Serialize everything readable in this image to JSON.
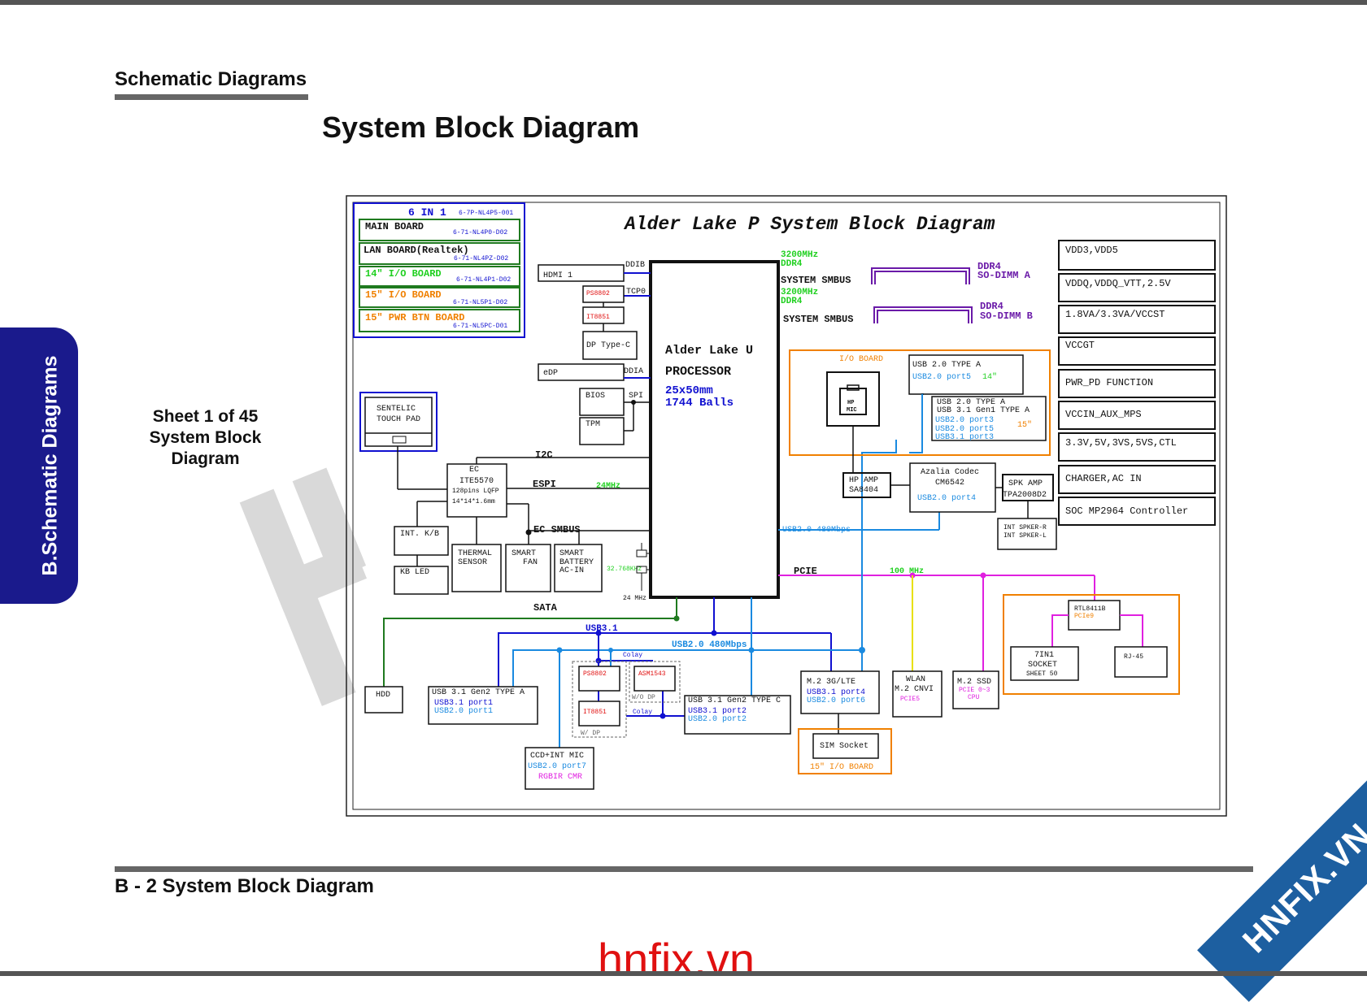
{
  "header": {
    "section": "Schematic  Diagrams",
    "title": "System Block Diagram"
  },
  "sidetab": {
    "label": "B.Schematic Diagrams"
  },
  "sheet": {
    "line1": "Sheet 1 of 45",
    "line2": "System Block",
    "line3": "Diagram"
  },
  "footer": {
    "label": "B - 2   System Block Diagram"
  },
  "watermark": {
    "text": "hnfix.vn",
    "banner": "HNFIX.VN"
  },
  "diagram": {
    "title": "Alder Lake P System Block Diagram",
    "boards": {
      "header": "6 IN 1",
      "header_pn": "6-7P-NL4P5-001",
      "items": [
        {
          "name": "MAIN  BOARD",
          "pn": "6-71-NL4P0-D02"
        },
        {
          "name": "LAN  BOARD(Realtek)",
          "pn": "6-71-NL4PZ-D02"
        },
        {
          "name": "14\"  I/O  BOARD",
          "pn": "6-71-NL4P1-D02"
        },
        {
          "name": "15\"  I/O  BOARD",
          "pn": "6-71-NL5P1-D02"
        },
        {
          "name": "15\"  PWR  BTN  BOARD",
          "pn": "6-71-NL5PC-D01"
        }
      ]
    },
    "cpu": {
      "name": "Alder Lake U",
      "type": "PROCESSOR",
      "size": "25x50mm",
      "balls": "1744 Balls"
    },
    "power": [
      "VDD3,VDD5",
      "VDDQ,VDDQ_VTT,2.5V",
      "1.8VA/3.3VA/VCCST",
      "VCCGT",
      "PWR_PD  FUNCTION",
      "VCCIN_AUX_MPS",
      "3.3V,5V,3VS,5VS,CTL",
      "CHARGER,AC  IN",
      "SOC  MP2964  Controller"
    ],
    "memory": {
      "freq": "3200MHz",
      "type": "DDR4",
      "smbus": "SYSTEM  SMBUS",
      "dimm_type": "DDR4",
      "dimm_a": "SO-DIMM  A",
      "dimm_b": "SO-DIMM  B"
    },
    "display": {
      "hdmi": "HDMI  1",
      "ddib": "DDIB",
      "tcp0": "TCP0",
      "ps8802": "PS8802",
      "it8851": "IT8851",
      "dp": "DP  Type-C",
      "edp": "eDP",
      "ddia": "DDIA"
    },
    "bios": {
      "bios": "BIOS",
      "spi": "SPI",
      "tpm": "TPM"
    },
    "touchpad": {
      "line1": "SENTELIC",
      "line2": "TOUCH  PAD"
    },
    "ec": {
      "name": "EC",
      "part": "ITE5570",
      "pkg": "128pins  LQFP",
      "dim": "14*14*1.6mm",
      "i2c": "I2C",
      "espi": "ESPI",
      "espi_freq": "24MHz",
      "smbus": "EC  SMBUS"
    },
    "ec_periph": {
      "kb": "INT.  K/B",
      "kbled": "KB  LED",
      "thermal1": "THERMAL",
      "thermal2": "SENSOR",
      "fan1": "SMART",
      "fan2": "FAN",
      "bat1": "SMART",
      "bat2": "BATTERY",
      "bat3": "AC-IN"
    },
    "clocks": {
      "rtc": "32.768KHz",
      "xtal": "24  MHz"
    },
    "storage": {
      "sata": "SATA",
      "hdd": "HDD"
    },
    "usb": {
      "bus31": "USB3.1",
      "bus20": "USB2.0  480Mbps",
      "typea_title": "USB  3.1  Gen2  TYPE  A",
      "typea_p1": "USB3.1  port1",
      "typea_p2": "USB2.0  port1",
      "typec_title": "USB  3.1  Gen2  TYPE  C",
      "typec_p1": "USB3.1  port2",
      "typec_p2": "USB2.0  port2",
      "colay": "Colay",
      "colay2": "Colay",
      "ps8802": "PS8802",
      "asm1543": "ASM1543",
      "wodp": "W/O  DP",
      "it8851": "IT8851",
      "wdp": "W/  DP",
      "cam1": "CCD+INT  MIC",
      "cam2": "USB2.0  port7",
      "cam3": "RGBIR  CMR"
    },
    "m2": {
      "lte1": "M.2  3G/LTE",
      "lte2": "USB3.1  port4",
      "lte3": "USB2.0  port6",
      "sim": "SIM  Socket",
      "sim_board": "15\"  I/O  BOARD",
      "wlan1": "WLAN",
      "wlan2": "M.2  CNVI",
      "wlan3": "PCIE5",
      "ssd1": "M.2  SSD",
      "ssd2": "PCIE  0~3",
      "ssd3": "CPU"
    },
    "pcie": {
      "label": "PCIE",
      "freq": "100  MHz",
      "usb20": "USB2.0  480Mbps"
    },
    "io_board": {
      "label": "I/O  BOARD",
      "usb_a_title": "USB  2.0  TYPE  A",
      "usb_a_port": "USB2.0  port5",
      "usb_a_size": "14\"",
      "usb_b1": "USB  2.0  TYPE  A",
      "usb_b2": "USB  3.1  Gen1  TYPE  A",
      "usb_b3": "USB2.0  port3",
      "usb_b4": "USB2.0  port5",
      "usb_b5": "USB3.1  port3",
      "usb_b_size": "15\"",
      "hpmic": "HP",
      "hpmic2": "MIC"
    },
    "audio": {
      "codec1": "Azalia  Codec",
      "codec2": "CM6542",
      "codec3": "USB2.0  port4",
      "hpamp1": "HP  AMP",
      "hpamp2": "SA8404",
      "spk1": "SPK  AMP",
      "spk2": "TPA2008D2",
      "spkr1": "INT  SPKER-R",
      "spkr2": "INT  SPKER-L"
    },
    "lan": {
      "chip": "RTL8411B",
      "chip_bus": "PCIe9",
      "card1": "7IN1",
      "card2": "SOCKET",
      "card3": "SHEET  50",
      "rj45": "RJ-45"
    }
  },
  "colors": {
    "blue": "#1010d0",
    "green": "#20d020",
    "orange": "#f08000",
    "magenta": "#e020e0",
    "purple": "#6a1aa8",
    "red": "#e01010",
    "cyan": "#1a8ae0"
  }
}
